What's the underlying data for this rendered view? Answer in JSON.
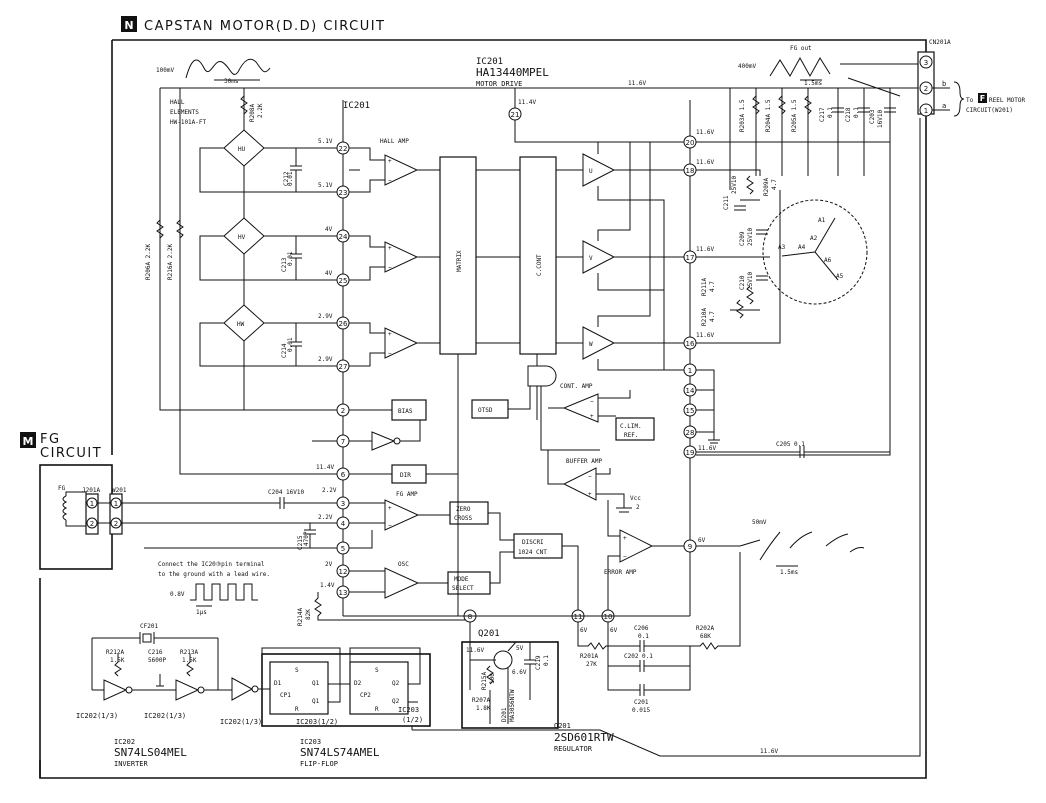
{
  "sections": {
    "capstan": {
      "letter": "N",
      "title": "CAPSTAN MOTOR(D.D) CIRCUIT"
    },
    "fg": {
      "letter": "M",
      "title_line1": "FG",
      "title_line2": "CIRCUIT",
      "coil_label": "FG"
    }
  },
  "ic201": {
    "ref": "IC201",
    "part": "HA13440MPEL",
    "function": "MOTOR DRIVE",
    "chip_label": "IC201"
  },
  "blocks": {
    "hall_amp": "HALL AMP",
    "matrix": "MATRIX",
    "c_cont": "C.CONT",
    "u": "U",
    "v": "V",
    "w": "W",
    "bias": "BIAS",
    "dir": "DIR",
    "otsd": "OTSD",
    "cont_amp": "CONT. AMP",
    "c_lim_ref_1": "C.LIM.",
    "c_lim_ref_2": "REF.",
    "buffer_amp": "BUFFER AMP",
    "fg_amp": "FG AMP",
    "zero_cross_1": "ZERO",
    "zero_cross_2": "CROSS",
    "discri_1": "DISCRI",
    "discri_2": "1024 CNT",
    "mode_select_1": "MODE",
    "mode_select_2": "SELECT",
    "osc": "OSC",
    "error_amp": "ERROR AMP",
    "vcc_1": "Vcc",
    "vcc_2": "2"
  },
  "hall": {
    "title_1": "HALL",
    "title_2": "ELEMENTS",
    "title_3": "HW-101A-FT",
    "elements": [
      "HU",
      "HV",
      "HW"
    ]
  },
  "pins_left": [
    "22",
    "23",
    "24",
    "25",
    "26",
    "27",
    "2",
    "7",
    "6",
    "3",
    "4",
    "5",
    "12",
    "13"
  ],
  "pins_right": [
    "20",
    "18",
    "17",
    "16",
    "1",
    "14",
    "15",
    "28",
    "19",
    "9"
  ],
  "pins_other": [
    "21",
    "8",
    "11",
    "10"
  ],
  "voltages": {
    "p22": "5.1V",
    "p23": "5.1V",
    "p24": "4V",
    "p25": "4V",
    "p26": "2.9V",
    "p27": "2.9V",
    "p6": "11.4V",
    "p3": "2.2V",
    "p4": "2.2V",
    "p12": "2V",
    "p13": "1.4V",
    "p21": "11.4V",
    "p20": "11.6V",
    "p18": "11.6V",
    "p17": "11.6V",
    "p16": "11.6V",
    "p19": "11.6V",
    "p9": "6V",
    "p11": "6V",
    "p10": "6V",
    "bus_top": "11.6V",
    "bus_bottom": "11.6V",
    "q201_in": "11.6V",
    "q201_out": "5V",
    "q201_mid": "6.6V"
  },
  "components": {
    "r208a": [
      "R208A",
      "2.2K"
    ],
    "r206a": "R206A 2.2K",
    "r216a": "R216A 2.2K",
    "c212": [
      "C212",
      "0.01"
    ],
    "c213": [
      "C213",
      "0.01"
    ],
    "c214": [
      "C214",
      "0.01"
    ],
    "r203a": "R203A 1.5",
    "r204a": "R204A 1.5",
    "r205a": "R205A 1.5",
    "c217": [
      "C217",
      "0.1"
    ],
    "c218": [
      "C218",
      "0.1"
    ],
    "c203": [
      "C203",
      "16V10"
    ],
    "c211": [
      "C211",
      "25V10"
    ],
    "c209": [
      "C209",
      "25V10"
    ],
    "c210": [
      "C210",
      "25V10"
    ],
    "r209a": [
      "R209A",
      "4.7"
    ],
    "r211a": [
      "R211A",
      "4.7"
    ],
    "r210a": [
      "R210A",
      "4.7"
    ],
    "c205": "C205 0.1",
    "c204": "C204 16V10",
    "c215": [
      "C215",
      "470P"
    ],
    "r214a": [
      "R214A",
      "82K"
    ],
    "r201a": [
      "R201A",
      "27K"
    ],
    "c206": [
      "C206",
      "0.1"
    ],
    "c202": "C202 0.1",
    "r202a": [
      "R202A",
      "68K"
    ],
    "c201": [
      "C201",
      "0.015"
    ],
    "cf201": "CF201",
    "r212a": [
      "R212A",
      "1.5K"
    ],
    "c216": [
      "C216",
      "5600P"
    ],
    "r213a": [
      "R213A",
      "1.5K"
    ],
    "r215a": [
      "R215A",
      "100"
    ],
    "r207a": [
      "R207A",
      "1.8K"
    ],
    "d201": [
      "D201",
      "MA3056NTW"
    ],
    "c219": [
      "C219",
      "0.1"
    ]
  },
  "motor": {
    "coils": [
      "A1",
      "A2",
      "A3",
      "A4",
      "A5",
      "A6"
    ]
  },
  "connectors": {
    "cn201a": "CN201A",
    "cn_pins": [
      "3",
      "2",
      "1"
    ],
    "cn_letters": [
      "b",
      "a"
    ],
    "to_reel_prefix": "To",
    "to_reel_letter": "F",
    "to_reel_suffix": "REEL MOTOR",
    "to_reel_line2": "CIRCUIT(W201)",
    "j201a": "J201A",
    "w201": "W201",
    "fg_pins": [
      "1",
      "2"
    ]
  },
  "waveforms": {
    "top_left_amp": "100mV",
    "top_left_period": "30ms",
    "fg_out_title": "FG out",
    "fg_out_amp": "400mV",
    "fg_out_period": "1.5ms",
    "osc_amp": "0.8V",
    "osc_period": "1μs",
    "err_amp": "50mV",
    "err_period": "1.5ms"
  },
  "note": {
    "line1": "Connect the IC20③pin terminal",
    "line2": "to the ground with a lead wire."
  },
  "ic202": {
    "inv1": "IC202(1/3)",
    "inv2": "IC202(1/3)",
    "inv3": "IC202(1/3)",
    "ref": "IC202",
    "part": "SN74LS04MEL",
    "function": "INVERTER"
  },
  "ic203": {
    "half1": "IC203(1/2)",
    "half2_line1": "IC203",
    "half2_line2": "(1/2)",
    "ref": "IC203",
    "part": "SN74LS74AMEL",
    "function": "FLIP-FLOP",
    "ff_labels": [
      "S",
      "D1",
      "CP1",
      "R",
      "Q1",
      "Q1",
      "S",
      "D2",
      "CP2",
      "R",
      "Q2",
      "Q2"
    ]
  },
  "q201": {
    "ref": "Q201",
    "label": "Q201",
    "part": "2SD601RTW",
    "function": "REGULATOR"
  }
}
